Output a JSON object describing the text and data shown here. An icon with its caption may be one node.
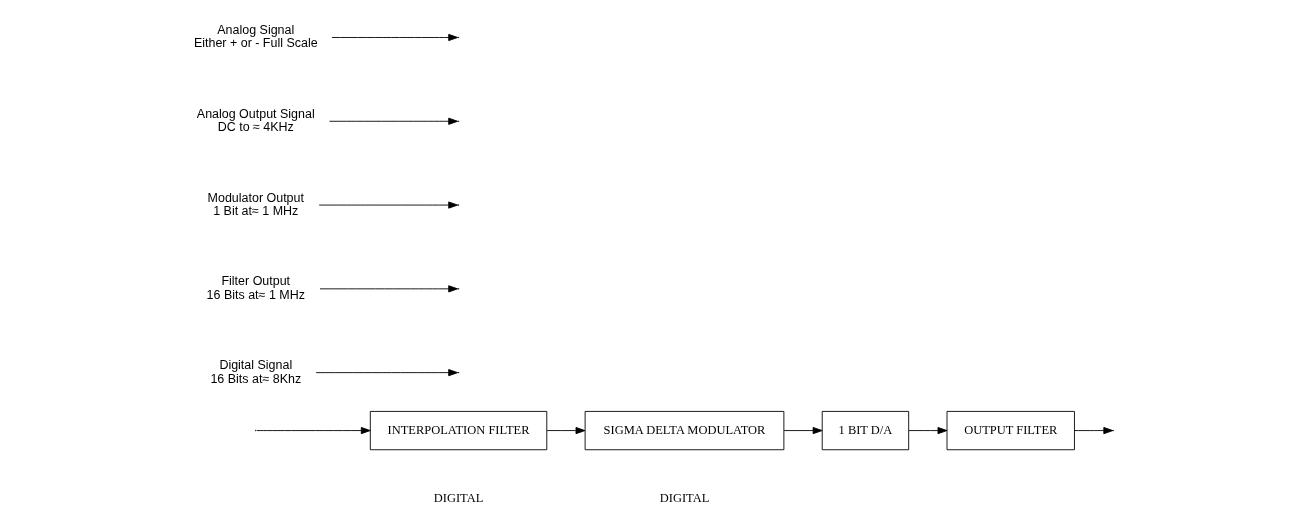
{
  "diagram": {
    "nodes": [
      {
        "text": [
          "INTERPOLATION FILTER"
        ],
        "beside": [
          "DIGITAL"
        ]
      },
      {
        "text": [
          "SIGMA DELTA MODULATOR"
        ],
        "beside": [
          "DIGITAL"
        ]
      },
      {
        "text": [
          "1 BIT D/A"
        ]
      },
      {
        "text": [
          "OUTPUT FILTER"
        ]
      },
      {
        "text": [
          "Digital Signal",
          "16 Bits at≈ 8Khz"
        ]
      },
      {
        "text": [
          "Filter Output",
          "16 Bits at≈ 1 MHz"
        ]
      },
      {
        "text": [
          "Modulator Output",
          "1 Bit at≈ 1 MHz"
        ]
      },
      {
        "text": [
          "Analog Output Signal",
          "DC to ≈ 4KHz"
        ]
      },
      {
        "text": [
          "Analog Signal",
          "Either + or - Full Scale"
        ]
      }
    ],
    "edges": [
      {
        "from": null,
        "to": 0,
        "arrow": "to"
      },
      {
        "from": 0,
        "to": 1,
        "arrow": "to"
      },
      {
        "from": 1,
        "to": 2,
        "arrow": "to"
      },
      {
        "from": 2,
        "to": 3,
        "arrow": "to"
      },
      {
        "from": 3,
        "to": null,
        "arrow": "to"
      },
      {
        "from": 4,
        "to": null,
        "arrow": "to"
      },
      {
        "from": 5,
        "to": null,
        "arrow": "to"
      },
      {
        "from": 6,
        "to": null,
        "arrow": "to"
      },
      {
        "from": 7,
        "to": null,
        "arrow": "to"
      },
      {
        "from": 8,
        "to": null,
        "arrow": "to"
      }
    ]
  }
}
